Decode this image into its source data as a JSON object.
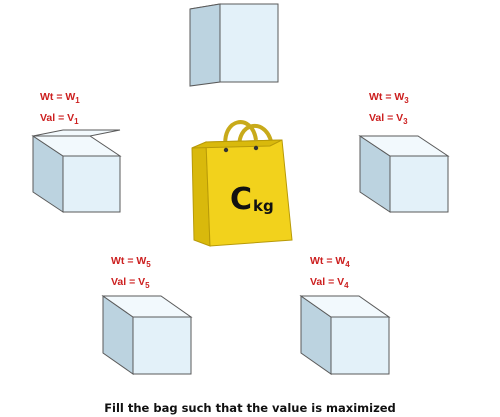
{
  "colors": {
    "label_red": "#cc1f1f",
    "box_front": "#e3f1f9",
    "box_top": "#f2f9fd",
    "box_side": "#bcd3e0",
    "box_edge": "#5a5a5a",
    "bag_body": "#f2d21c",
    "bag_side": "#d9b90c",
    "bag_handle": "#c8aa1a"
  },
  "items": [
    {
      "id": "top",
      "weight_label": "",
      "value_label": ""
    },
    {
      "id": "1",
      "weight_label": "Wt = W",
      "weight_sub": "1",
      "value_label": "Val = V",
      "value_sub": "1"
    },
    {
      "id": "3",
      "weight_label": "Wt = W",
      "weight_sub": "3",
      "value_label": "Val = V",
      "value_sub": "3"
    },
    {
      "id": "5",
      "weight_label": "Wt = W",
      "weight_sub": "5",
      "value_label": "Val = V",
      "value_sub": "5"
    },
    {
      "id": "4",
      "weight_label": "Wt = W",
      "weight_sub": "4",
      "value_label": "Val = V",
      "value_sub": "4"
    }
  ],
  "bag": {
    "capacity_letter": "C",
    "capacity_unit": "kg"
  },
  "caption": "Fill the bag such that the value is maximized"
}
